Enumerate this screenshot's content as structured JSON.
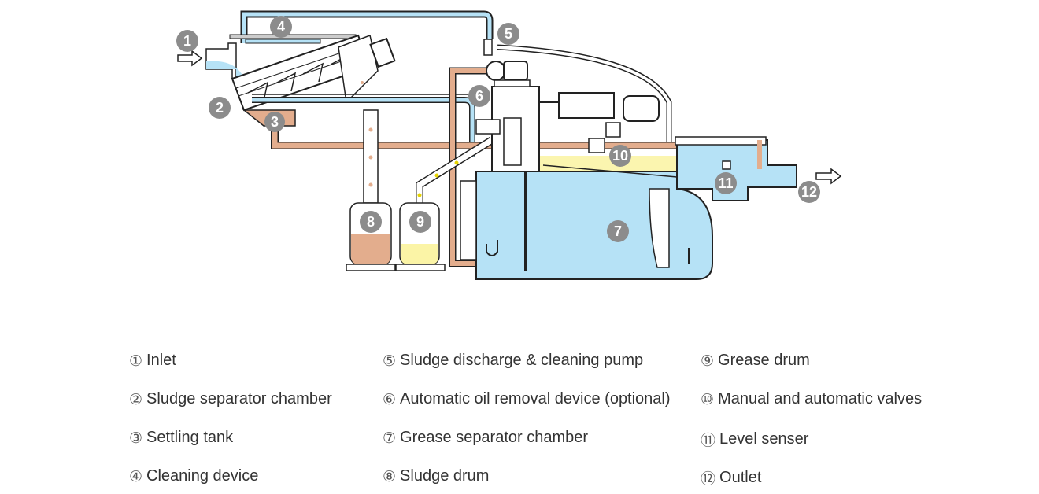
{
  "colors": {
    "water": "#b6e2f6",
    "sludge": "#e3ad8d",
    "grease": "#fbf4a6",
    "badge": "#8c8c8c",
    "outline": "#222222"
  },
  "badges": [
    "1",
    "2",
    "3",
    "4",
    "5",
    "6",
    "7",
    "8",
    "9",
    "10",
    "11",
    "12"
  ],
  "legend": [
    {
      "num": "①",
      "label": "Inlet"
    },
    {
      "num": "②",
      "label": "Sludge separator chamber"
    },
    {
      "num": "③",
      "label": "Settling tank"
    },
    {
      "num": "④",
      "label": "Cleaning device"
    },
    {
      "num": "⑤",
      "label": "Sludge discharge & cleaning pump"
    },
    {
      "num": "⑥",
      "label": "Automatic oil removal device (optional)"
    },
    {
      "num": "⑦",
      "label": "Grease separator chamber"
    },
    {
      "num": "⑧",
      "label": "Sludge drum"
    },
    {
      "num": "⑨",
      "label": "Grease drum"
    },
    {
      "num": "⑩",
      "label": "Manual and automatic valves"
    },
    {
      "num": "⑪",
      "label": "Level senser"
    },
    {
      "num": "⑫",
      "label": "Outlet"
    }
  ]
}
